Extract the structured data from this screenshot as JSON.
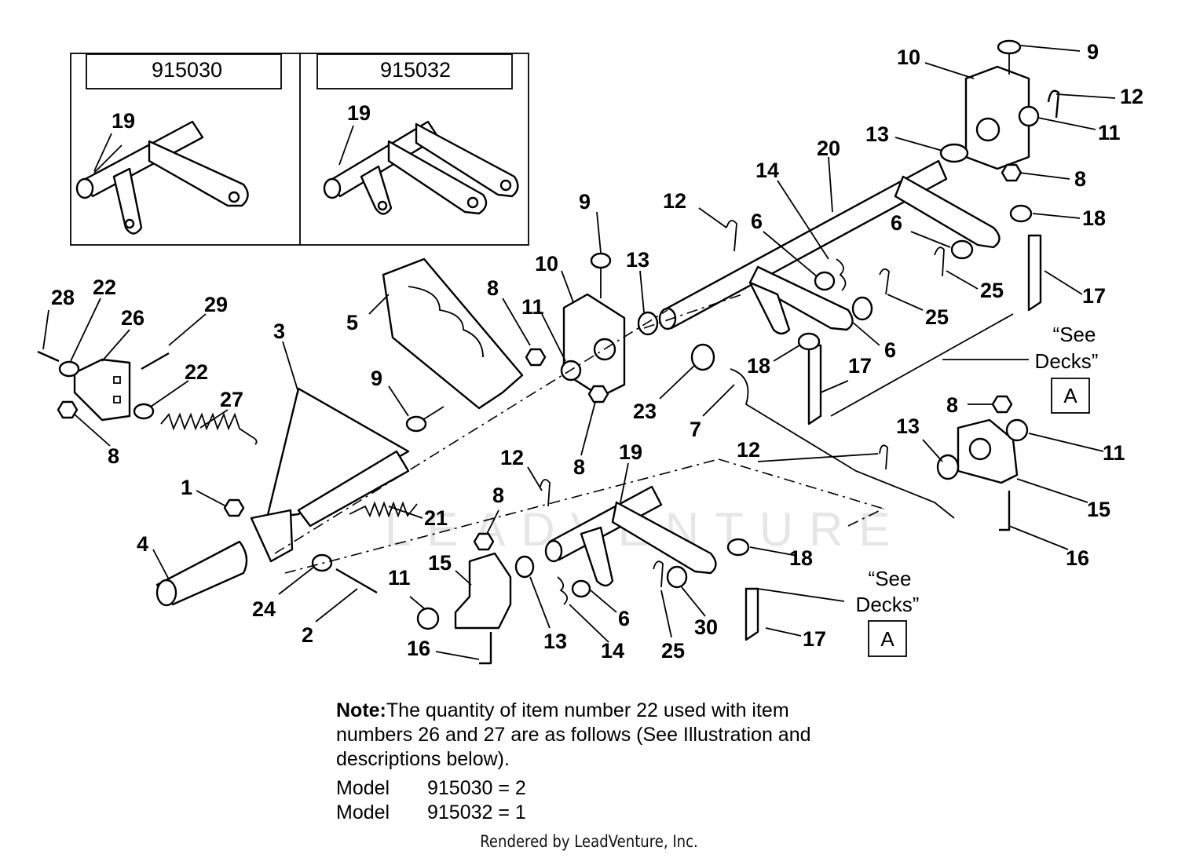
{
  "inset": {
    "models": [
      "915030",
      "915032"
    ],
    "part_labels": [
      "19",
      "19"
    ]
  },
  "callouts": [
    {
      "id": "c-9a",
      "text": "9"
    },
    {
      "id": "c-10a",
      "text": "10"
    },
    {
      "id": "c-12a",
      "text": "12"
    },
    {
      "id": "c-11a",
      "text": "11"
    },
    {
      "id": "c-13a",
      "text": "13"
    },
    {
      "id": "c-8a",
      "text": "8"
    },
    {
      "id": "c-20",
      "text": "20"
    },
    {
      "id": "c-14a",
      "text": "14"
    },
    {
      "id": "c-18a",
      "text": "18"
    },
    {
      "id": "c-6a",
      "text": "6"
    },
    {
      "id": "c-6b",
      "text": "6"
    },
    {
      "id": "c-25a",
      "text": "25"
    },
    {
      "id": "c-17a",
      "text": "17"
    },
    {
      "id": "c-12b",
      "text": "12"
    },
    {
      "id": "c-9b",
      "text": "9"
    },
    {
      "id": "c-10b",
      "text": "10"
    },
    {
      "id": "c-13b",
      "text": "13"
    },
    {
      "id": "c-25b",
      "text": "25"
    },
    {
      "id": "c-6c",
      "text": "6"
    },
    {
      "id": "c-8b",
      "text": "8"
    },
    {
      "id": "c-11b",
      "text": "11"
    },
    {
      "id": "c-5",
      "text": "5"
    },
    {
      "id": "c-28",
      "text": "28"
    },
    {
      "id": "c-22a",
      "text": "22"
    },
    {
      "id": "c-26",
      "text": "26"
    },
    {
      "id": "c-29",
      "text": "29"
    },
    {
      "id": "c-3",
      "text": "3"
    },
    {
      "id": "c-18b",
      "text": "18"
    },
    {
      "id": "c-17b",
      "text": "17"
    },
    {
      "id": "c-22b",
      "text": "22"
    },
    {
      "id": "c-27",
      "text": "27"
    },
    {
      "id": "c-9c",
      "text": "9"
    },
    {
      "id": "c-23",
      "text": "23"
    },
    {
      "id": "c-7",
      "text": "7"
    },
    {
      "id": "c-8c",
      "text": "8"
    },
    {
      "id": "c-8d",
      "text": "8"
    },
    {
      "id": "c-13c",
      "text": "13"
    },
    {
      "id": "c-11c",
      "text": "11"
    },
    {
      "id": "c-8e",
      "text": "8"
    },
    {
      "id": "c-19",
      "text": "19"
    },
    {
      "id": "c-12c",
      "text": "12"
    },
    {
      "id": "c-12d",
      "text": "12"
    },
    {
      "id": "c-1",
      "text": "1"
    },
    {
      "id": "c-21",
      "text": "21"
    },
    {
      "id": "c-15a",
      "text": "15"
    },
    {
      "id": "c-8f",
      "text": "8"
    },
    {
      "id": "c-4",
      "text": "4"
    },
    {
      "id": "c-15b",
      "text": "15"
    },
    {
      "id": "c-11d",
      "text": "11"
    },
    {
      "id": "c-18c",
      "text": "18"
    },
    {
      "id": "c-16a",
      "text": "16"
    },
    {
      "id": "c-24",
      "text": "24"
    },
    {
      "id": "c-2",
      "text": "2"
    },
    {
      "id": "c-13d",
      "text": "13"
    },
    {
      "id": "c-6d",
      "text": "6"
    },
    {
      "id": "c-30",
      "text": "30"
    },
    {
      "id": "c-17c",
      "text": "17"
    },
    {
      "id": "c-14b",
      "text": "14"
    },
    {
      "id": "c-25c",
      "text": "25"
    },
    {
      "id": "c-16b",
      "text": "16"
    }
  ],
  "see_decks": [
    {
      "line1": "“See",
      "line2": "Decks”",
      "box": "A"
    },
    {
      "line1": "“See",
      "line2": "Decks”",
      "box": "A"
    }
  ],
  "note": {
    "label": "Note:",
    "text": "The quantity of item number 22 used with item numbers 26 and 27 are as follows (See Illustration and descriptions below).",
    "models": [
      {
        "word": "Model",
        "value": "915030 = 2"
      },
      {
        "word": "Model",
        "value": "915032 = 1"
      }
    ]
  },
  "watermark": "LEADVENTURE",
  "footer": "Rendered by LeadVenture, Inc."
}
